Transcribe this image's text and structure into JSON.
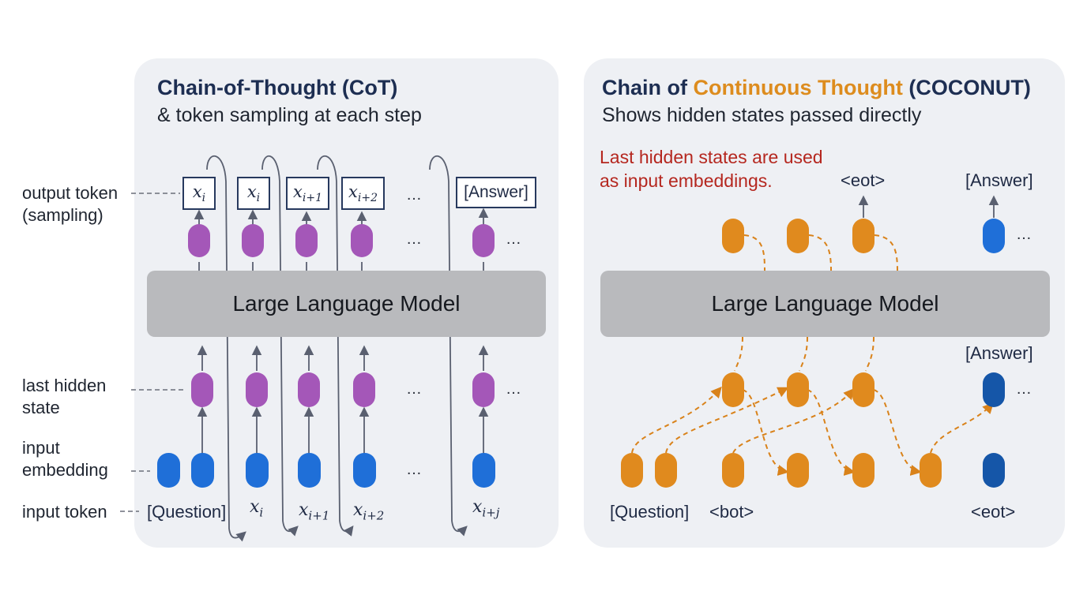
{
  "left": {
    "title": "Chain-of-Thought (CoT)",
    "subtitle": "& token sampling at each step",
    "labels": {
      "output_token": "output token\n(sampling)",
      "last_hidden": "last hidden\nstate",
      "input_embedding": "input\nembedding",
      "input_token": "input token"
    },
    "llm": "Large Language Model",
    "output_tokens": [
      {
        "base": "x",
        "sub": "i"
      },
      {
        "base": "x",
        "sub": "i"
      },
      {
        "base": "x",
        "sub": "i+1"
      },
      {
        "base": "x",
        "sub": "i+2"
      }
    ],
    "answer": "[Answer]",
    "input_tokens": {
      "question": "[Question]",
      "x1": {
        "base": "x",
        "sub": "i"
      },
      "x2": {
        "base": "x",
        "sub": "i+1"
      },
      "x3": {
        "base": "x",
        "sub": "i+2"
      },
      "x4": {
        "base": "x",
        "sub": "i+j"
      }
    },
    "ellipsis": "…"
  },
  "right": {
    "title_part1": "Chain of ",
    "title_part2": "Continuous Thought",
    "title_part3": " (COCONUT)",
    "subtitle": "Shows hidden states passed directly",
    "note": "Last hidden states are used\nas input embeddings.",
    "llm": "Large Language Model",
    "eot_top": "<eot>",
    "answer_top": "[Answer]",
    "answer_mid": "[Answer]",
    "question": "[Question]",
    "bot": "<bot>",
    "eot_bottom": "<eot>",
    "ellipsis": "…"
  },
  "colors": {
    "purple": "#a457b8",
    "blue": "#1f6fd8",
    "dark_blue": "#1556a8",
    "orange": "#e08a1e",
    "title_navy": "#1d2e52",
    "accent_orange": "#dd8c1e",
    "note_red": "#b5271f"
  }
}
